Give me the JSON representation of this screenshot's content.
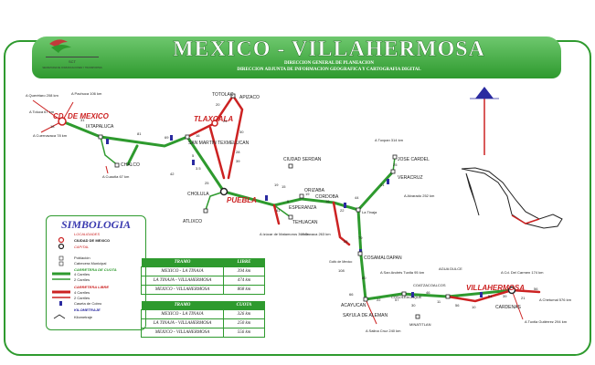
{
  "header": {
    "title": "MEXICO - VILLAHERMOSA",
    "subtitle_1": "DIRECCION GENERAL DE PLANEACION",
    "subtitle_2": "DIRECCION ADJUNTA DE INFORMACION GEOGRAFICA Y CARTOGRAFIA DIGITAL",
    "logo_text_1": "SCT",
    "logo_text_2": "SECRETARIA DE COMUNICACIONES Y TRANSPORTES"
  },
  "colors": {
    "green": "#2e9a2e",
    "red": "#cc2222",
    "blue": "#2a2aa0"
  },
  "legend": {
    "heading": "SIMBOLOGIA",
    "localidades": "LOCALIDADES",
    "ciudad_de_mexico": "CIUDAD DE MEXICO",
    "capital": "CAPITAL",
    "poblacion": "Población",
    "cabecera": "Cabecera Municipal",
    "carretera_cuota": "CARRETERA DE CUOTA",
    "cuota_4": "4 Carriles",
    "cuota_2": "2 Carriles",
    "carretera_libre": "CARRETERA LIBRE",
    "libre_4": "4 Carriles",
    "libre_2": "2 Carriles",
    "caseta": "Caseta de Cobro",
    "kilometraje": "KILOMETRAJE",
    "km_marker": "Kilometraje"
  },
  "tables": {
    "libre": {
      "col_route": "TRAMO",
      "col_value": "LIBRE",
      "rows": [
        {
          "route": "MEXICO - LA TINAJA",
          "km": "394 km"
        },
        {
          "route": "LA TINAJA - VILLAHERMOSA",
          "km": "474 km"
        },
        {
          "route": "MEXICO - VILLAHERMOSA",
          "km": "868 km"
        }
      ]
    },
    "cuota": {
      "col_route": "TRAMO",
      "col_value": "CUOTA",
      "rows": [
        {
          "route": "MEXICO - LA TINAJA",
          "km": "326 km"
        },
        {
          "route": "LA TINAJA - VILLAHERMOSA",
          "km": "250 km"
        },
        {
          "route": "MEXICO - VILLAHERMOSA",
          "km": "556 km"
        }
      ]
    }
  },
  "map": {
    "cities_main": [
      "CD. DE MEXICO",
      "TLAXCALA",
      "PUEBLA",
      "VILLAHERMOSA"
    ],
    "towns": [
      "IXTAPALUCA",
      "CHALCO",
      "SAN MARTIN TEXMELUCAN",
      "TOTOLAC",
      "APIZACO",
      "CHOLULA",
      "ATLIXCO",
      "CIUDAD SERDAN",
      "ORIZABA",
      "CORDOBA",
      "ESPERANZA",
      "TEHUACAN",
      "La Tinaja",
      "JOSE CARDEL",
      "VERACRUZ",
      "COSAMALOAPAN",
      "ACAYUCAN",
      "SAYULA DE ALEMAN",
      "COSOLEACAQUE",
      "COATZACOALCOS",
      "MINATITLAN",
      "AGUA DULCE",
      "CARDENAS"
    ],
    "destinations": [
      "A Querétaro 208 km",
      "A Pachuca 106 km",
      "A Toluca 67 km",
      "A Cuernavaca 78 km",
      "A Cuautla 67 km",
      "A Izúcar de Matamoros 36 km",
      "A Oaxaca 263 km",
      "A Tuxpan 314 km",
      "A Alvarado 252 km",
      "A San Andrés Tuxtla 95 km",
      "A Salina Cruz 240 km",
      "A Cd. Del Carmen 174 km",
      "A Chetumal 576 km",
      "A Tuxtla Gutiérrez 294 km"
    ],
    "km_markers": [
      "31",
      "18",
      "81",
      "69",
      "16",
      "20",
      "24",
      "30",
      "39",
      "5",
      "42",
      "25",
      "3.5",
      "28",
      "19",
      "19",
      "16",
      "22",
      "15",
      "41",
      "5",
      "44",
      "21",
      "25",
      "79",
      "26",
      "108",
      "80",
      "66",
      "22",
      "57",
      "30",
      "46",
      "11",
      "56",
      "10",
      "54",
      "39",
      "21",
      "56"
    ],
    "other_labels": [
      "Golfo de Mexico"
    ]
  }
}
